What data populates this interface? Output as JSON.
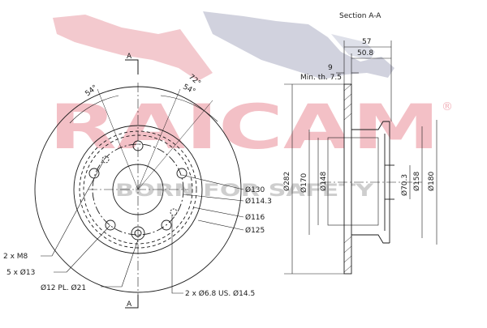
{
  "watermark": {
    "brand": "RAICAM",
    "registered": "®",
    "slogan": "BORN FOR SAFETY",
    "brand_color": "#e0001a",
    "animal_color": "#5a5f8c"
  },
  "section_title": "Section A-A",
  "section_marker_top": "A",
  "section_marker_bottom": "A",
  "front_view": {
    "angle_left": "54°",
    "angle_mid": "54°",
    "angle_right": "72°",
    "d130": "Ø130",
    "d114": "Ø114.3",
    "d116": "Ø116",
    "d125": "Ø125",
    "bolts_m8": "2 x M8",
    "holes_13": "5 x Ø13",
    "holes_12": "Ø12 PL. Ø21",
    "holes_68": "2 x Ø6.8 US. Ø14.5"
  },
  "section_view": {
    "width_total": "57",
    "width_hat": "50.8",
    "thickness": "9",
    "min_thickness": "Min. th. 7.5",
    "d282": "Ø282",
    "d170": "Ø170",
    "d148": "Ø148",
    "d70": "Ø70.3",
    "d158": "Ø158",
    "d180": "Ø180"
  }
}
